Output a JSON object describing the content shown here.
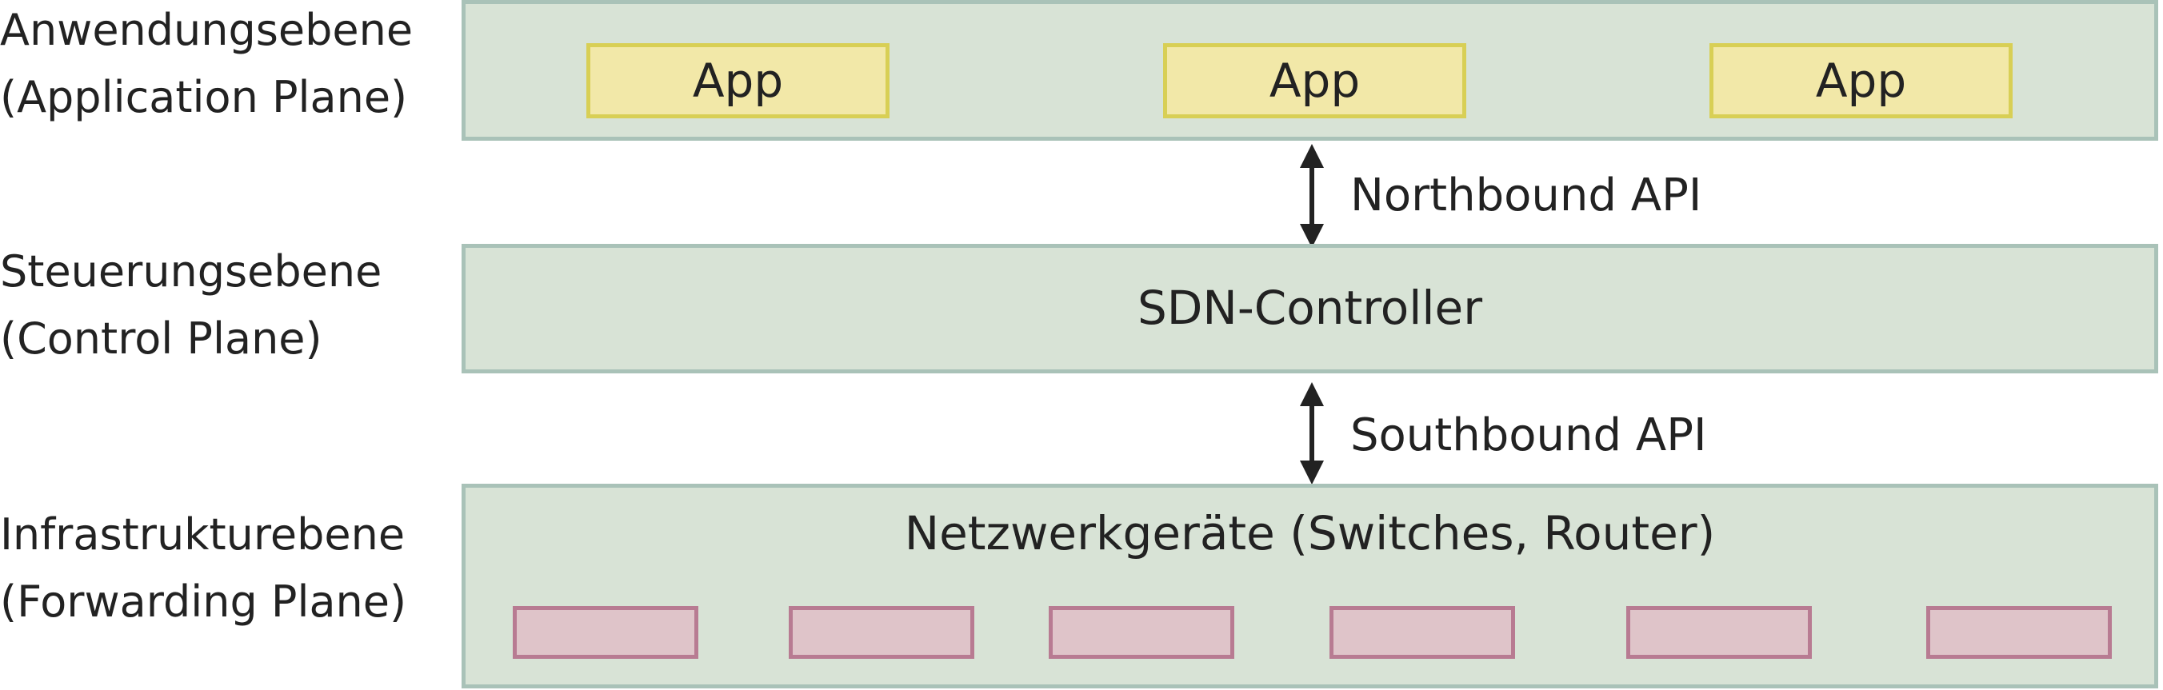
{
  "layers": {
    "application": {
      "label": "Anwendungsebene\n(Application Plane)",
      "apps": [
        "App",
        "App",
        "App"
      ]
    },
    "control": {
      "label": "Steuerungsebene\n(Control Plane)",
      "controller": "SDN-Controller"
    },
    "infrastructure": {
      "label": "Infrastrukturebene\n(Forwarding Plane)",
      "devices_title": "Netzwerkgeräte (Switches, Router)",
      "device_count": 6
    }
  },
  "apis": {
    "northbound": "Northbound API",
    "southbound": "Southbound API"
  },
  "colors": {
    "plane_fill": "#d8e3d6",
    "plane_border": "#a9c2b8",
    "app_fill": "#f2e8a8",
    "app_border": "#d8cf55",
    "device_fill": "#dfc4c9",
    "device_border": "#b87b92",
    "text": "#222222"
  }
}
